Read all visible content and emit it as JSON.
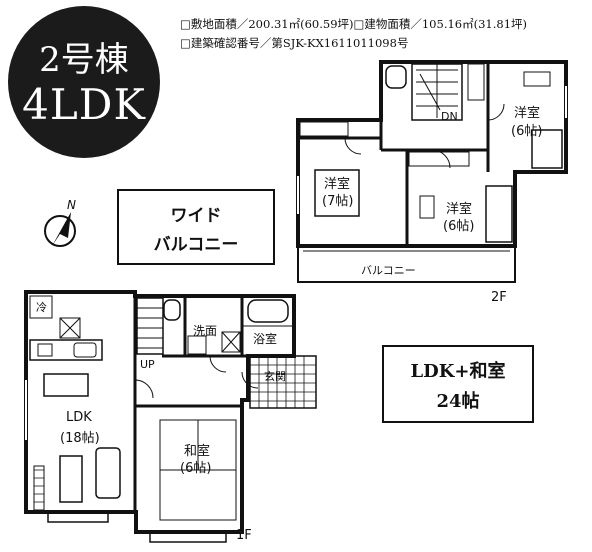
{
  "badge": {
    "line1": "2号棟",
    "line2": "4LDK"
  },
  "info": {
    "line1": "□敷地面積／200.31㎡(60.59坪)□建物面積／105.16㎡(31.81坪)",
    "line2": "□建築確認番号／第SJK-KX1611011098号"
  },
  "wide_balcony": {
    "line1": "ワイド",
    "line2": "バルコニー"
  },
  "ldk_washitsu": {
    "line1": "LDK+和室",
    "line2": "24帖"
  },
  "compass": {
    "label": "N",
    "icon": "north-arrow-icon"
  },
  "floor2": {
    "label": "2F",
    "rooms": [
      {
        "name": "洋室",
        "size": "(6帖)"
      },
      {
        "name": "洋室",
        "size": "(7帖)"
      },
      {
        "name": "洋室",
        "size": "(6帖)"
      }
    ],
    "dn": "DN",
    "balcony": "バルコニー"
  },
  "floor1": {
    "label": "1F",
    "ldk": {
      "name": "LDK",
      "size": "(18帖)"
    },
    "washitsu": {
      "name": "和室",
      "size": "(6帖)"
    },
    "senmen": "洗面",
    "yokushitsu": "浴室",
    "genkan": "玄関",
    "up": "UP",
    "fridge": "冷"
  }
}
